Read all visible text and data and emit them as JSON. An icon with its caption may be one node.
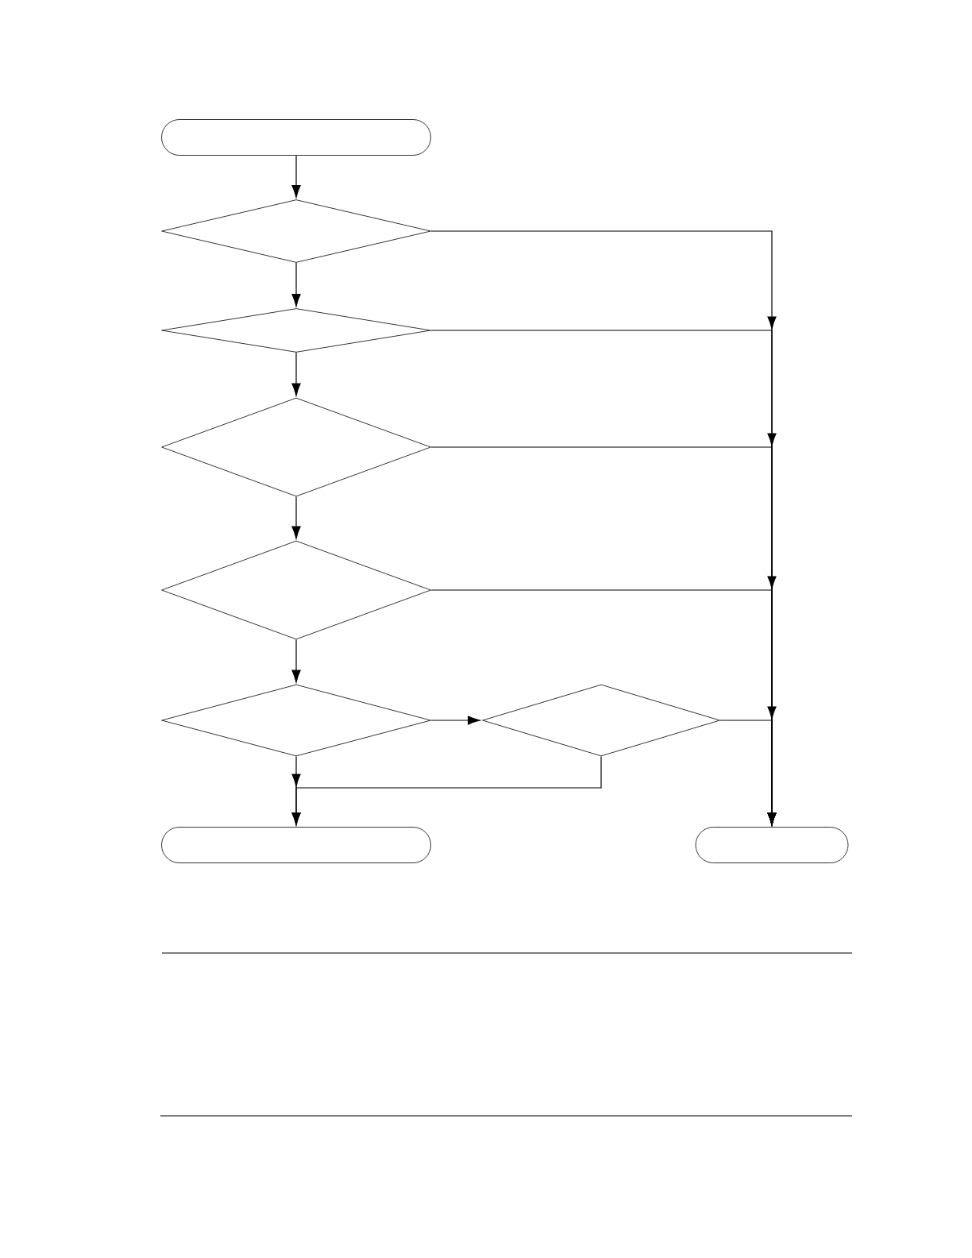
{
  "diagram": {
    "nodes": [
      {
        "text": [],
        "shape": "terminal"
      },
      {
        "text": [],
        "shape": "diamond"
      },
      {
        "text": [],
        "shape": "diamond"
      },
      {
        "text": [],
        "shape": "diamond"
      },
      {
        "text": [],
        "shape": "diamond"
      },
      {
        "text": [],
        "shape": "diamond"
      },
      {
        "text": [],
        "shape": "diamond"
      },
      {
        "text": [],
        "shape": "terminal"
      },
      {
        "text": [],
        "shape": "terminal"
      }
    ],
    "edges": [
      {
        "from": 0,
        "to": 1,
        "arrow": "to"
      },
      {
        "from": 1,
        "to": 2,
        "arrow": "to"
      },
      {
        "from": 2,
        "to": 3,
        "arrow": "to"
      },
      {
        "from": 3,
        "to": 4,
        "arrow": "to"
      },
      {
        "from": 4,
        "to": 5,
        "arrow": "to"
      },
      {
        "from": 1,
        "to": 8,
        "arrow": "to"
      },
      {
        "from": 2,
        "to": 8,
        "arrow": "to"
      },
      {
        "from": 3,
        "to": 8,
        "arrow": "to"
      },
      {
        "from": 4,
        "to": 8,
        "arrow": "to"
      },
      {
        "from": 5,
        "to": 6,
        "arrow": "to"
      },
      {
        "from": 6,
        "to": 8,
        "arrow": "to"
      },
      {
        "from": 5,
        "to": 7,
        "arrow": "to"
      },
      {
        "from": 6,
        "to": 7,
        "arrow": "to"
      }
    ]
  }
}
